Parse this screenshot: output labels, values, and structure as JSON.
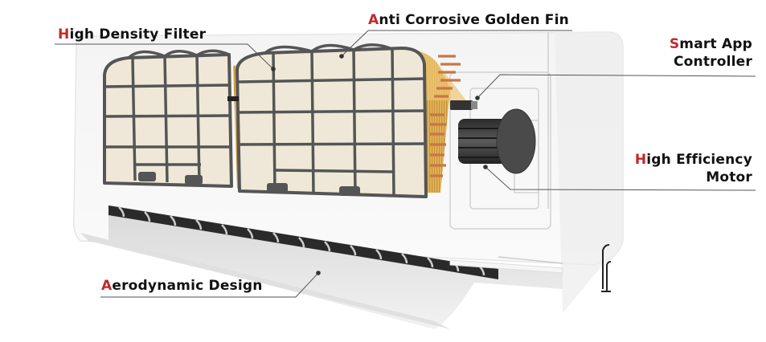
{
  "image": {
    "subject": "split air conditioner indoor unit cutaway",
    "accent_color": "#c0282d",
    "text_color": "#111111",
    "leader_line_color": "#555555"
  },
  "features": [
    {
      "id": "filter",
      "first_letter": "H",
      "rest": "igh Density Filter"
    },
    {
      "id": "fin",
      "first_letter": "A",
      "rest": "nti Corrosive Golden Fin"
    },
    {
      "id": "app",
      "first_letter": "S",
      "rest": "mart App",
      "line2": "Controller"
    },
    {
      "id": "motor",
      "first_letter": "H",
      "rest": "igh Efficiency",
      "line2": "Motor"
    },
    {
      "id": "aero",
      "first_letter": "A",
      "rest": "erodynamic Design"
    }
  ]
}
